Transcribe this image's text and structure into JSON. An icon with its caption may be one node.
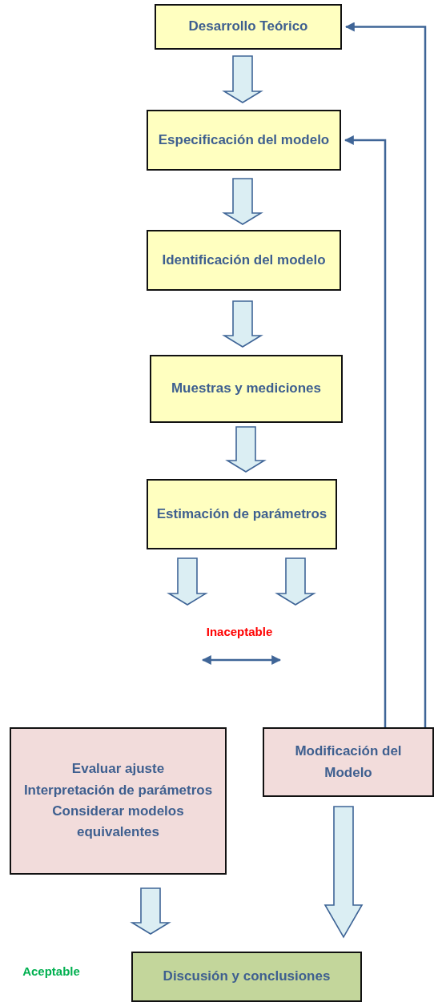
{
  "diagram": {
    "nodes": [
      {
        "text": [
          "Desarrollo Teórico"
        ]
      },
      {
        "text": [
          "Especificación del modelo"
        ]
      },
      {
        "text": [
          "Identificación del modelo"
        ]
      },
      {
        "text": [
          "Muestras y mediciones"
        ]
      },
      {
        "text": [
          "Estimación de parámetros"
        ]
      },
      {
        "text": [
          "Evaluar ajuste",
          "Interpretación de parámetros",
          "Considerar modelos equivalentes"
        ]
      },
      {
        "text": [
          "Modificación del Modelo"
        ]
      },
      {
        "text": [
          "Discusión y conclusiones"
        ]
      }
    ],
    "edges": [
      {
        "from": 0,
        "to": 1,
        "arrow": "to"
      },
      {
        "from": 1,
        "to": 2,
        "arrow": "to"
      },
      {
        "from": 2,
        "to": 3,
        "arrow": "to"
      },
      {
        "from": 3,
        "to": 4,
        "arrow": "to"
      },
      {
        "from": 4,
        "to": null,
        "arrow": "to"
      },
      {
        "from": 4,
        "to": null,
        "arrow": "to"
      },
      {
        "from": 5,
        "to": 7,
        "arrow": "to"
      },
      {
        "from": 6,
        "to": 7,
        "arrow": "to"
      },
      {
        "from": 6,
        "to": 1,
        "arrow": "to",
        "color": "#3f6597"
      },
      {
        "from": 6,
        "to": 0,
        "arrow": "to",
        "color": "#3f6597"
      }
    ],
    "labels": [
      "Inaceptable",
      "Aceptable"
    ]
  }
}
